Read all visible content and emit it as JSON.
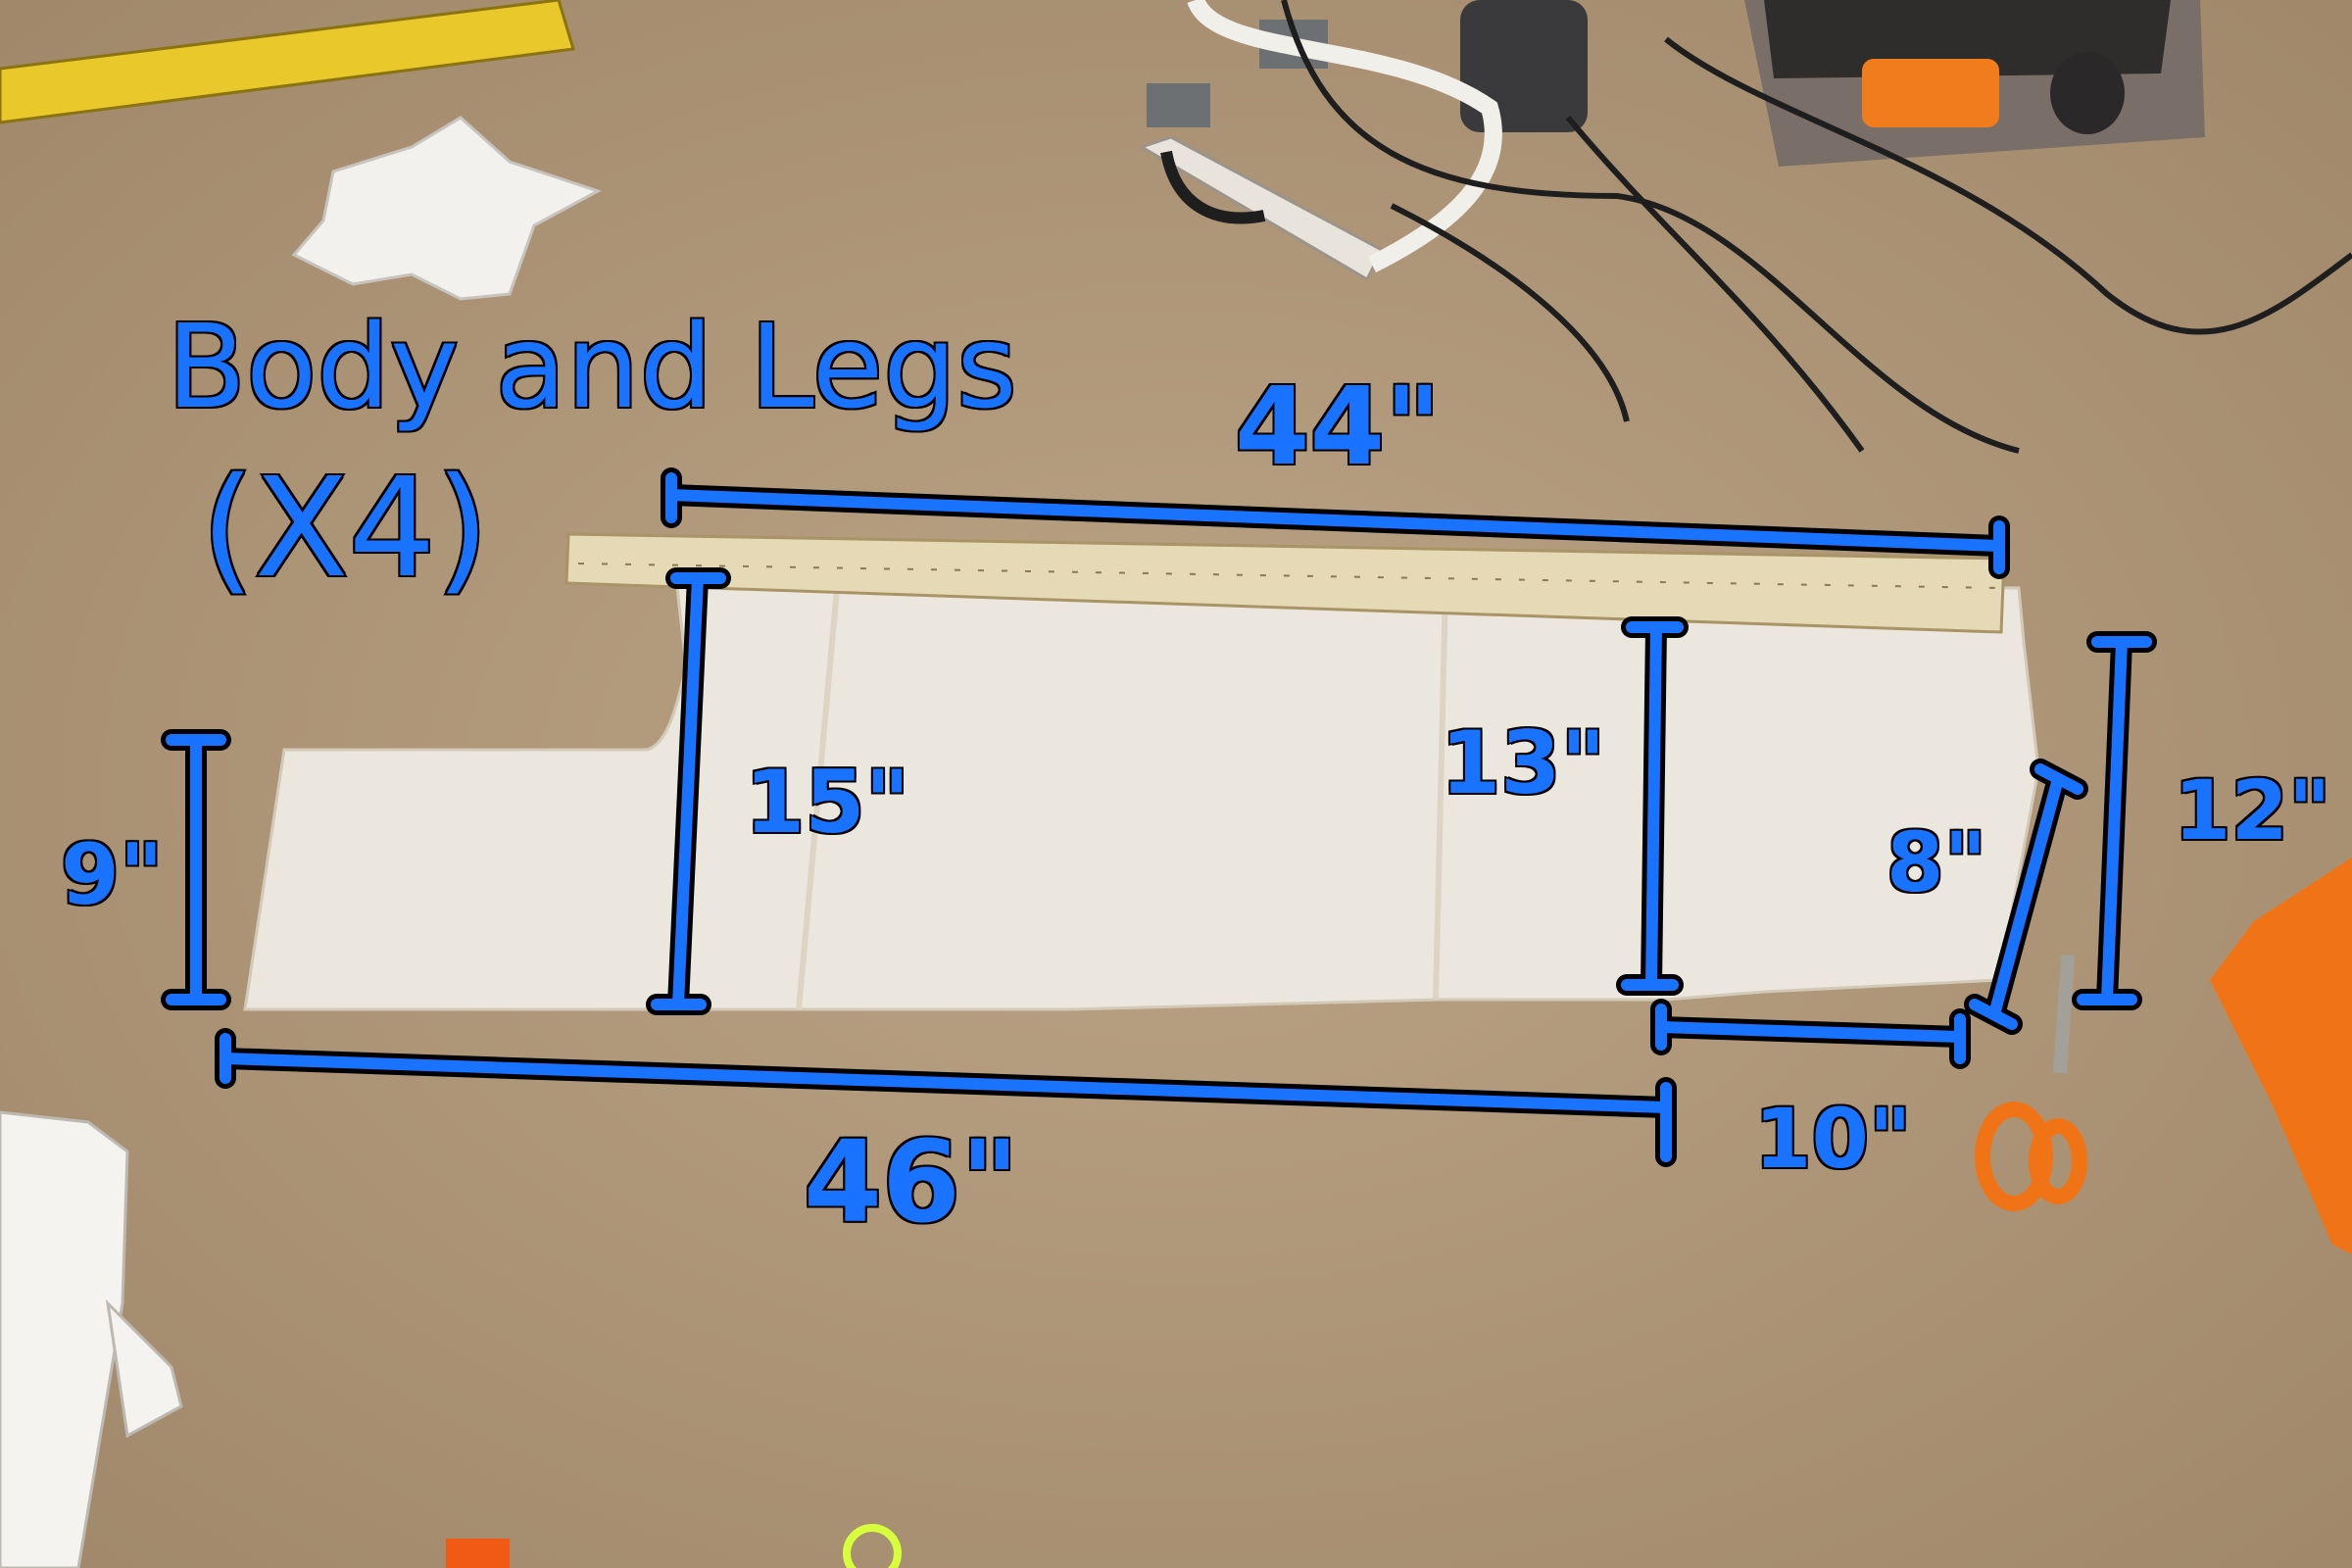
{
  "photo": {
    "background_color": "#b59c80",
    "pattern_color": "#ece7de",
    "bracket_color": "#1a73ff",
    "outline_color": "#000000"
  },
  "annotations": {
    "title": "Body and Legs",
    "count": "(X4)",
    "measurements": {
      "top_length": "44\"",
      "bottom_length": "46\"",
      "body_height": "15\"",
      "leg_height": "13\"",
      "left_end": "9\"",
      "leg_end_slant": "8\"",
      "leg_end_height": "12\"",
      "leg_bottom": "10\""
    }
  }
}
